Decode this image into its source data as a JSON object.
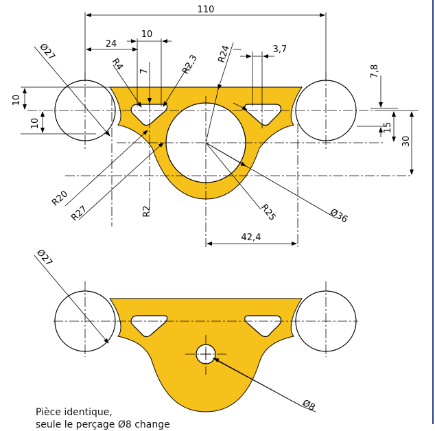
{
  "top_view": {
    "dimensions": {
      "overall_width": "110",
      "dim_24": "24",
      "dim_10_top": "10",
      "dim_3_7": "3,7",
      "dim_7": "7",
      "dim_7_8": "7,8",
      "dim_10_left_a": "10",
      "dim_10_left_b": "10",
      "dim_15": "15",
      "dim_30": "30",
      "dim_42_4": "42,4",
      "radius_r4": "R4",
      "radius_r2_3": "R2,3",
      "radius_r24": "R24",
      "radius_r20": "R20",
      "radius_r27": "R27",
      "radius_r2": "R2",
      "radius_r25": "R25",
      "diameter_27": "Ø27",
      "diameter_36": "Ø36"
    }
  },
  "bottom_view": {
    "dimensions": {
      "diameter_27": "Ø27",
      "diameter_8": "Ø8"
    }
  },
  "note": {
    "line1": "Pièce identique,",
    "line2": "seule le perçage Ø8 change"
  },
  "colors": {
    "part_fill": "#f6c11a",
    "line": "#000000",
    "frame": "#1d3f8a"
  }
}
